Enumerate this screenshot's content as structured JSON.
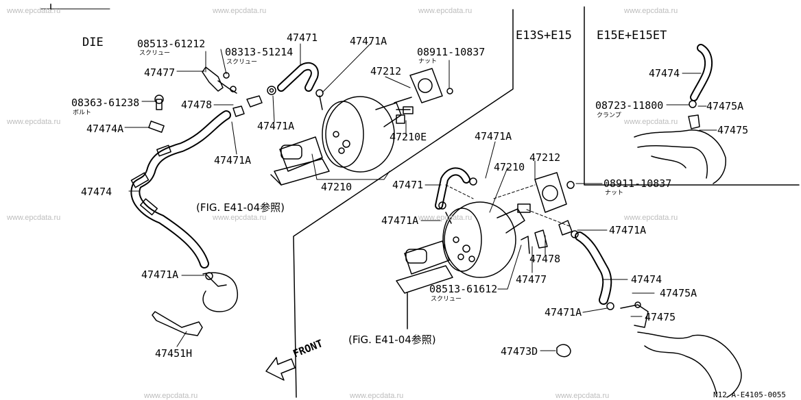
{
  "watermark": "www.epcdata.ru",
  "sections": {
    "die": "DIE",
    "e13s_e15": "E13S+E15",
    "e15e_e15et": "E15E+E15ET"
  },
  "fig_ref": "(FIG. E41-04参照)",
  "fig_ref_2": "(FiG. E41-04参照)",
  "front_label": "FRONT",
  "drawing_code": "N12 A-E4105-0055",
  "labels": {
    "p08513_61212": "08513-61212",
    "screw1": "スクリュー",
    "p08313_51214": "08313-51214",
    "screw2": "スクリュー",
    "p47471_a": "47471",
    "p47471A_a": "47471A",
    "p08911_10837_a": "08911-10837",
    "nut1": "ナット",
    "p47212_a": "47212",
    "p47477_a": "47477",
    "p08363_61238": "08363-61238",
    "bolt": "ボルト",
    "p47478_a": "47478",
    "p47471A_b": "47471A",
    "p47210E": "47210E",
    "p47474A": "47474A",
    "p47471A_c": "47471A",
    "p47210_a": "47210",
    "p47474_a": "47474",
    "p47471A_d": "47471A",
    "p47451H": "47451H",
    "p47471A_e": "47471A",
    "p47212_b": "47212",
    "p47210_b": "47210",
    "p47471_b": "47471",
    "p08911_10837_b": "08911-10837",
    "nut2": "ナット",
    "p47471A_f": "47471A",
    "p47471A_g": "47471A",
    "p47478_b": "47478",
    "p47477_b": "47477",
    "p47474_b": "47474",
    "p08513_61612": "08513-61612",
    "screw3": "スクリュー",
    "p47475A_b": "47475A",
    "p47471A_h": "47471A",
    "p47475_b": "47475",
    "p47473D": "47473D",
    "p47474_c": "47474",
    "p08723_11800": "08723-11800",
    "clamp": "クランプ",
    "p47475A_a": "47475A",
    "p47475_a": "47475"
  }
}
